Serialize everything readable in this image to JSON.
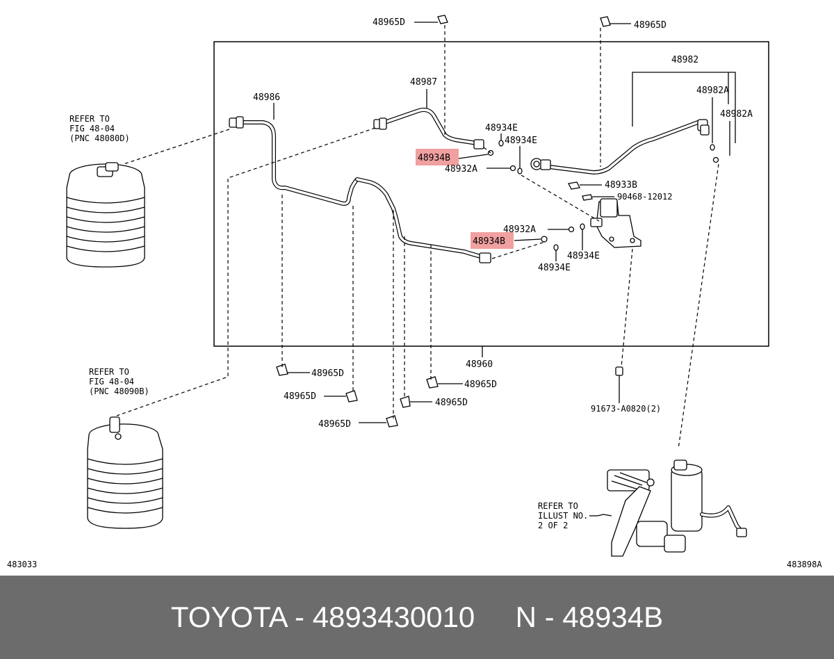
{
  "diagram": {
    "labels": {
      "l_48965D_top_left": "48965D",
      "l_48965D_top_right": "48965D",
      "l_48982": "48982",
      "l_48982A_1": "48982A",
      "l_48982A_2": "48982A",
      "l_48986": "48986",
      "l_48987": "48987",
      "l_48934E_1": "48934E",
      "l_48934E_2": "48934E",
      "l_48934B_upper": "48934B",
      "l_48932A_1": "48932A",
      "l_48933B": "48933B",
      "l_90468": "90468-12012",
      "l_48932A_2": "48932A",
      "l_48934B_lower": "48934B",
      "l_48934E_3": "48934E",
      "l_48934E_4": "48934E",
      "l_48960": "48960",
      "l_48965D_b1": "48965D",
      "l_48965D_b2": "48965D",
      "l_48965D_b3": "48965D",
      "l_48965D_b4": "48965D",
      "l_48965D_b5": "48965D",
      "l_91673": "91673-A0820(2)",
      "ref1_line1": "REFER TO",
      "ref1_line2": "FIG 48-04",
      "ref1_line3": "(PNC 48080D)",
      "ref2_line1": "REFER TO",
      "ref2_line2": "FIG 48-04",
      "ref2_line3": "(PNC 48090B)",
      "ref3_line1": "REFER TO",
      "ref3_line2": "ILLUST NO.",
      "ref3_line3": "2 OF 2",
      "code_left": "483033",
      "code_right": "483898A"
    },
    "highlight_color": "#f0a0a0"
  },
  "footer": {
    "text": "TOYOTA - 4893430010     N - 48934B",
    "background": "#6c6c6c",
    "color": "#ffffff"
  }
}
